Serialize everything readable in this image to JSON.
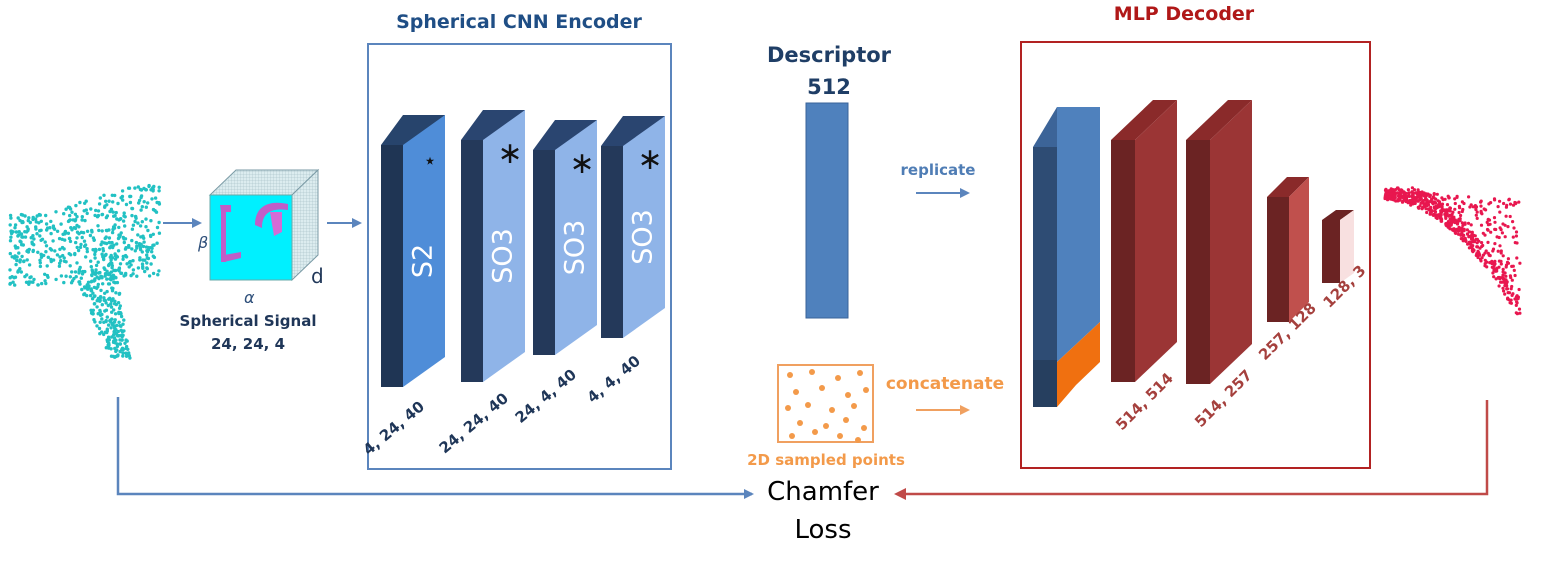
{
  "encoder": {
    "title": "Spherical CNN Encoder",
    "layers": [
      {
        "name": "S2",
        "op": "⋆",
        "dims": "4, 24, 40"
      },
      {
        "name": "SO3",
        "op": "∗",
        "dims": "24, 24, 40"
      },
      {
        "name": "SO3",
        "op": "∗",
        "dims": "24, 4, 40"
      },
      {
        "name": "SO3",
        "op": "∗",
        "dims": "4, 4, 40"
      }
    ]
  },
  "signal": {
    "title": "Spherical Signal",
    "dims": "24, 24, 4",
    "alpha": "α",
    "beta": "β",
    "d": "d"
  },
  "descriptor": {
    "title": "Descriptor",
    "size": "512",
    "replicate": "replicate"
  },
  "sampled": {
    "label": "2D sampled points",
    "concatenate": "concatenate"
  },
  "decoder": {
    "title": "MLP Decoder",
    "layers": [
      {
        "dims": "514, 514"
      },
      {
        "dims": "514, 257"
      },
      {
        "dims": "257, 128"
      },
      {
        "dims": "128, 3"
      }
    ]
  },
  "loss": {
    "line1": "Chamfer",
    "line2": "Loss"
  },
  "colors": {
    "encoder_blue": "#2e4f7a",
    "descriptor_blue": "#4f81bd",
    "decoder_red": "#b22222",
    "orange": "#f39a4a",
    "cyan": "#22c1c3",
    "crimson": "#e8174f"
  }
}
